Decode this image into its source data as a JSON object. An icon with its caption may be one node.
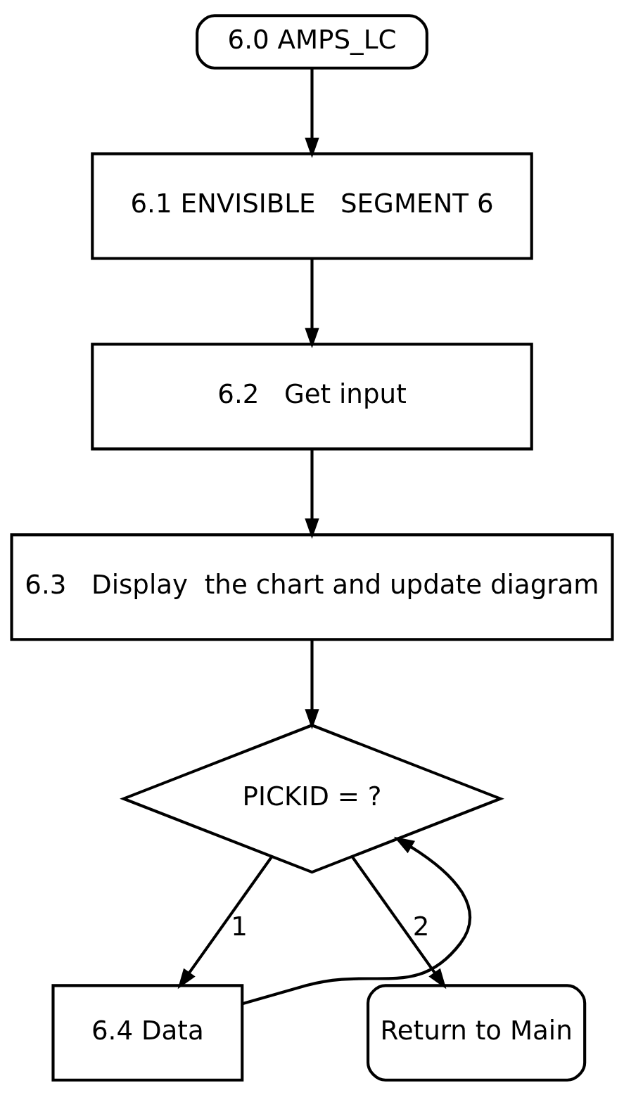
{
  "diagram": {
    "nodes": [
      {
        "text": [
          "6.0 AMPS_LC"
        ]
      },
      {
        "text": [
          "6.1 ENVISIBLE   SEGMENT 6"
        ]
      },
      {
        "text": [
          "6.2   Get input"
        ]
      },
      {
        "text": [
          "6.3   Display  the chart and update diagram"
        ]
      },
      {
        "text": [
          "PICKID = ?"
        ]
      },
      {
        "text": [
          "6.4 Data"
        ]
      },
      {
        "text": [
          "Return to Main"
        ]
      }
    ],
    "edges": [
      {
        "from": 0,
        "to": 1,
        "arrow": "to"
      },
      {
        "from": 1,
        "to": 2,
        "arrow": "to"
      },
      {
        "from": 2,
        "to": 3,
        "arrow": "to"
      },
      {
        "from": 3,
        "to": 4,
        "arrow": "to"
      },
      {
        "from": 4,
        "to": 5,
        "arrow": "to",
        "label": "1"
      },
      {
        "from": 4,
        "to": 6,
        "arrow": "to",
        "label": "2"
      },
      {
        "from": 5,
        "to": 4,
        "arrow": "to"
      }
    ]
  }
}
